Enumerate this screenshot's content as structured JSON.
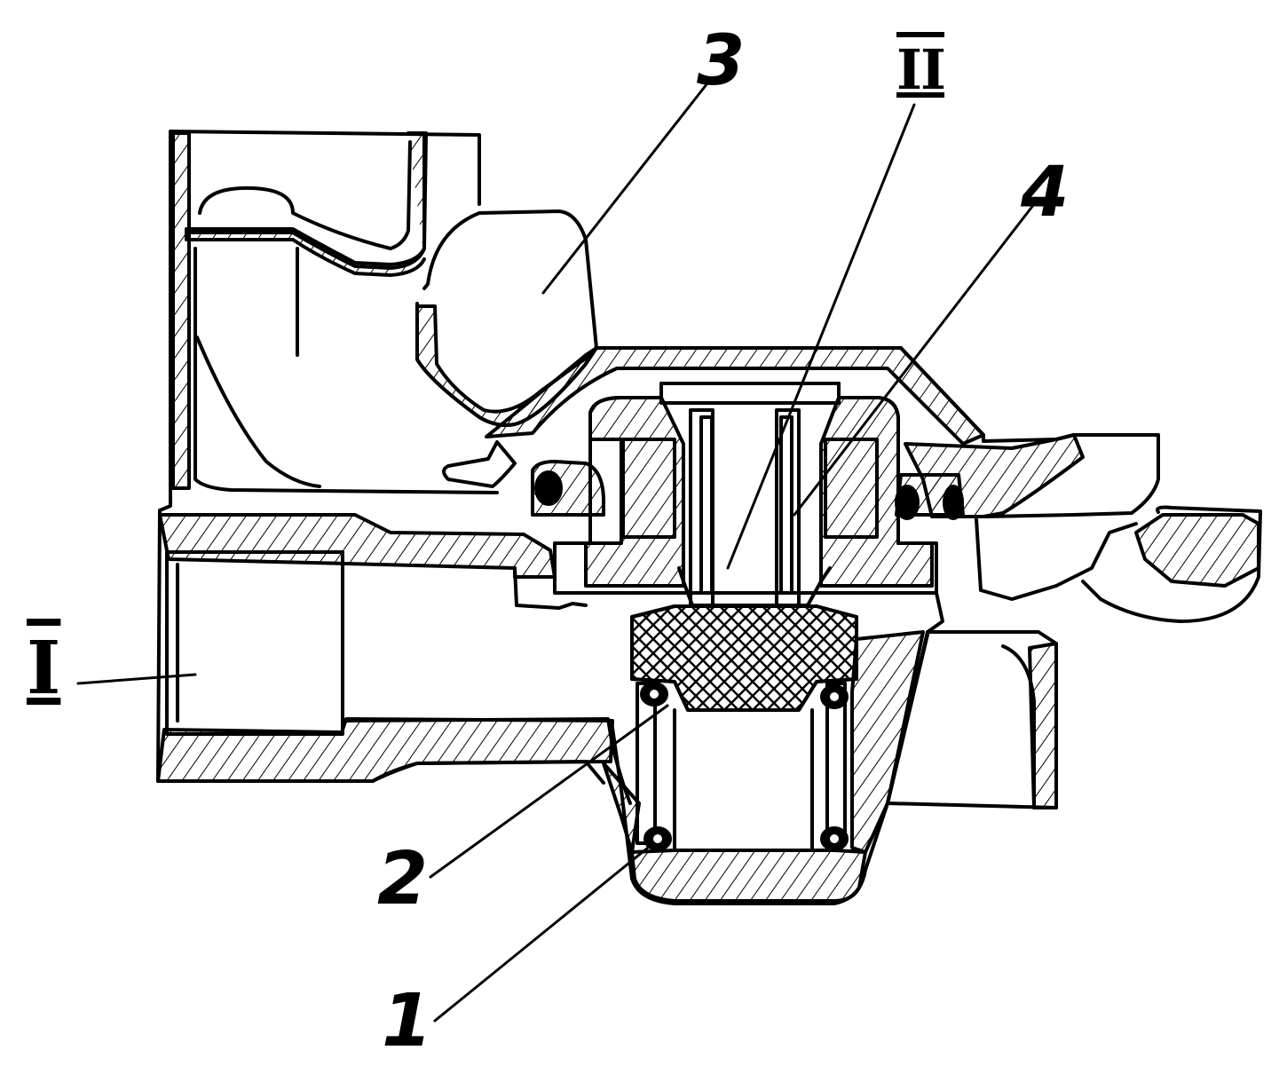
{
  "labels": {
    "part_1": "1",
    "part_2": "2",
    "part_3": "3",
    "part_4": "4",
    "zone_I": "I",
    "zone_II": "II"
  },
  "style": {
    "line_color": "#000000",
    "background": "#ffffff",
    "mesh_fill": "#000000"
  }
}
